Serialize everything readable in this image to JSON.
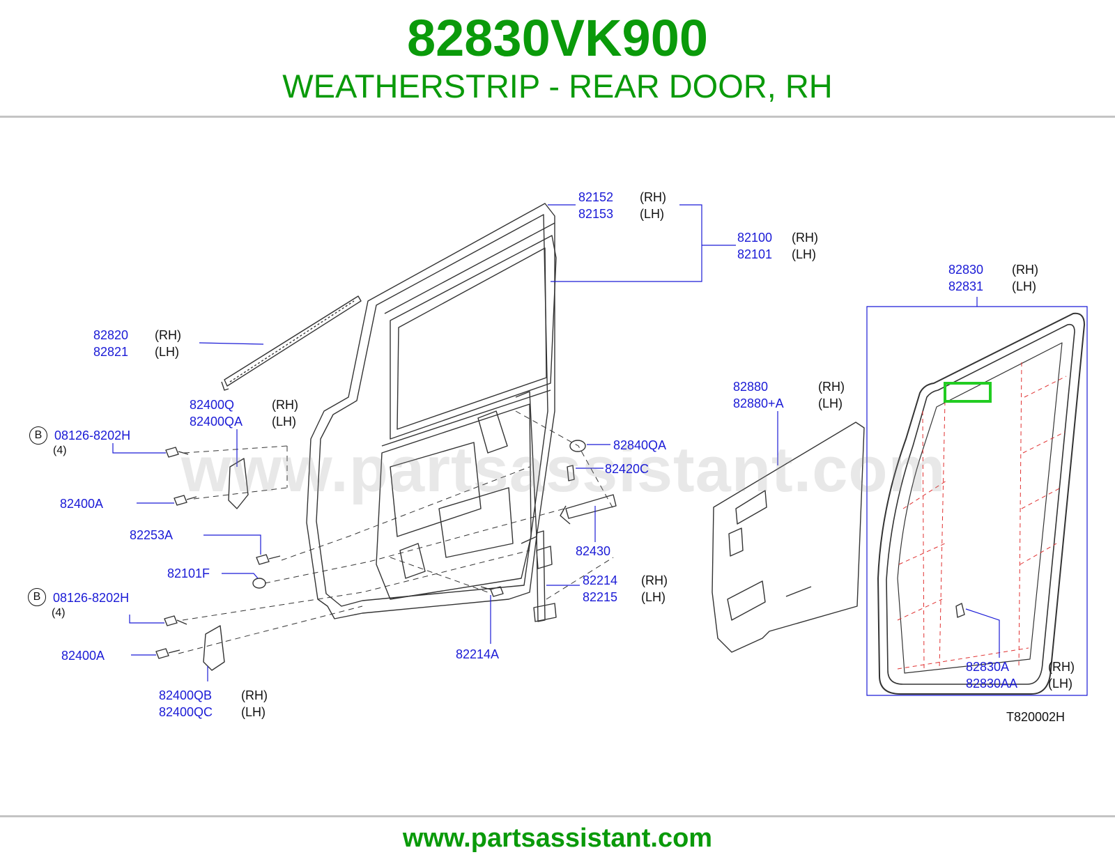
{
  "header": {
    "part_number": "82830VK900",
    "part_title": "WEATHERSTRIP - REAR DOOR, RH"
  },
  "footer": {
    "url": "www.partsassistant.com"
  },
  "watermark": "www.partsassistant.com",
  "diagram_code": "T820002H",
  "colors": {
    "brand_green": "#0a9a0a",
    "label_blue": "#1a1ad6",
    "highlight_green": "#22cc22",
    "hidden_red": "#e03030"
  },
  "labels": {
    "p82152": "82152",
    "p82152_side": "(RH)",
    "p82153": "82153",
    "p82153_side": "(LH)",
    "p82100": "82100",
    "p82100_side": "(RH)",
    "p82101": "82101",
    "p82101_side": "(LH)",
    "p82830": "82830",
    "p82830_side": "(RH)",
    "p82831": "82831",
    "p82831_side": "(LH)",
    "p82820": "82820",
    "p82820_side": "(RH)",
    "p82821": "82821",
    "p82821_side": "(LH)",
    "p82880": "82880",
    "p82880_side": "(RH)",
    "p82880a": "82880+A",
    "p82880a_side": "(LH)",
    "p82400q": "82400Q",
    "p82400q_side": "(RH)",
    "p82400qa": "82400QA",
    "p82400qa_side": "(LH)",
    "b_circle": "B",
    "bolt1": "08126-8202H",
    "bolt1_qty": "(4)",
    "bolt2": "08126-8202H",
    "bolt2_qty": "(4)",
    "p82840qa": "82840QA",
    "p82420c": "82420C",
    "p82400a_1": "82400A",
    "p82400a_2": "82400A",
    "p82253a": "82253A",
    "p82430": "82430",
    "p82101f": "82101F",
    "p82214": "82214",
    "p82214_side": "(RH)",
    "p82215": "82215",
    "p82215_side": "(LH)",
    "p82214a": "82214A",
    "p82830a": "82830A",
    "p82830a_side": "(RH)",
    "p82830aa": "82830AA",
    "p82830aa_side": "(LH)",
    "p82400qb": "82400QB",
    "p82400qb_side": "(RH)",
    "p82400qc": "82400QC",
    "p82400qc_side": "(LH)"
  }
}
